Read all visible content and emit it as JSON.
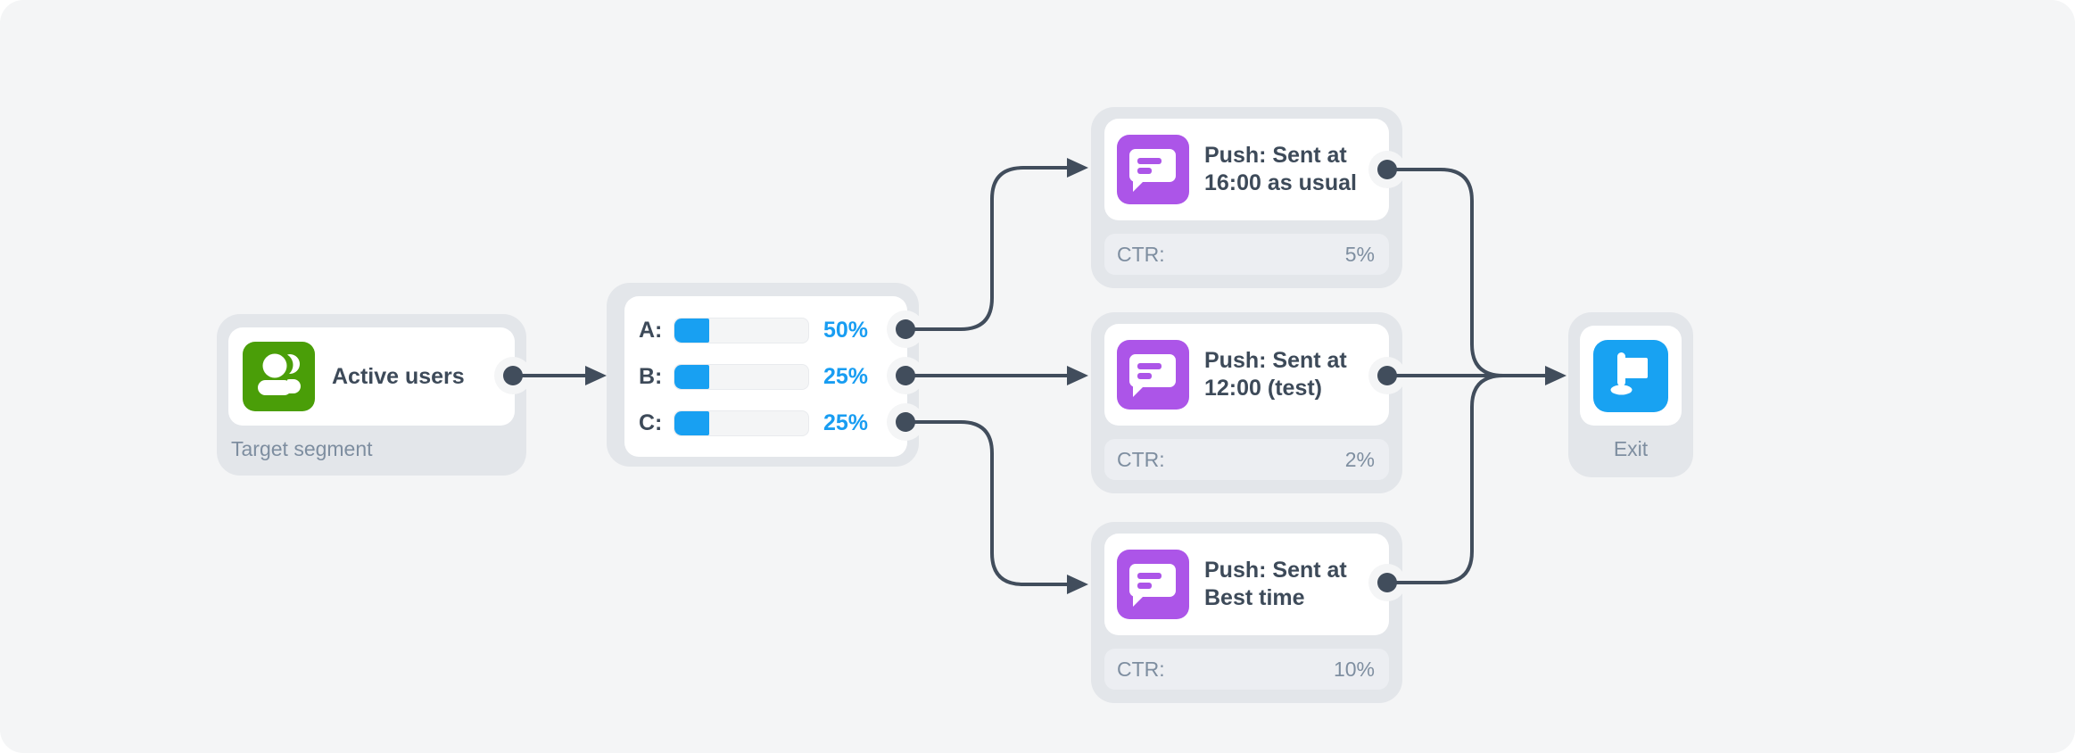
{
  "colors": {
    "canvas_bg": "#f4f5f6",
    "node_bg": "#e3e6ea",
    "card_bg": "#ffffff",
    "accent_blue": "#189df2",
    "segment_green": "#4a9e08",
    "push_purple": "#ac55e8",
    "connector_slate": "#414d5c",
    "dark_text": "#3d4a59",
    "muted_text": "#7e8ea0"
  },
  "segment_node": {
    "title": "Active users",
    "subtitle": "Target segment",
    "icon": "users-icon"
  },
  "split_node": {
    "rows": [
      {
        "label": "A:",
        "value": "50%"
      },
      {
        "label": "B:",
        "value": "25%"
      },
      {
        "label": "C:",
        "value": "25%"
      }
    ]
  },
  "push_nodes": [
    {
      "title_line1": "Push: Sent at",
      "title_line2": "16:00 as usual",
      "ctr_label": "CTR:",
      "ctr_value": "5%"
    },
    {
      "title_line1": "Push: Sent at",
      "title_line2": "12:00 (test)",
      "ctr_label": "CTR:",
      "ctr_value": "2%"
    },
    {
      "title_line1": "Push: Sent at",
      "title_line2": "Best time",
      "ctr_label": "CTR:",
      "ctr_value": "10%"
    }
  ],
  "exit_node": {
    "label": "Exit",
    "icon": "flag-icon"
  }
}
